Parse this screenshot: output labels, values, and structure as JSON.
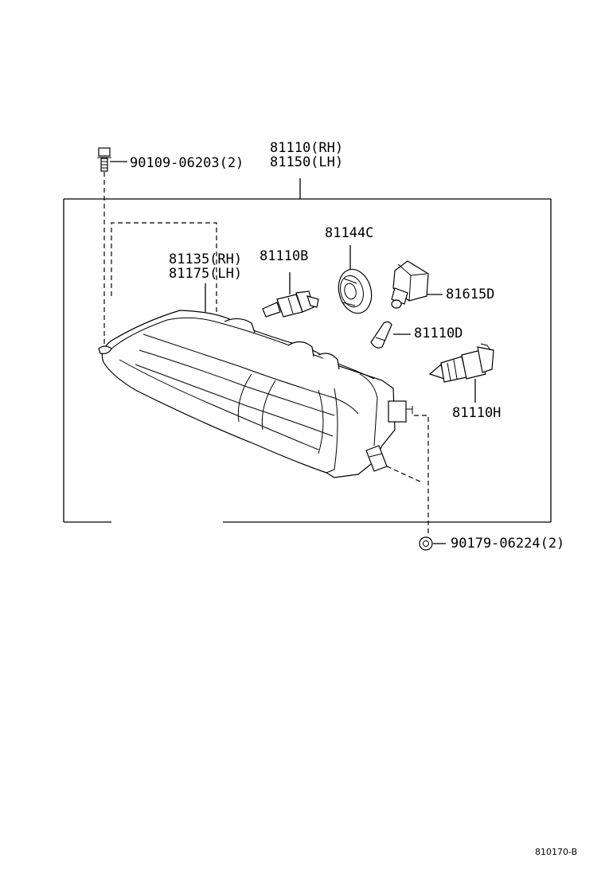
{
  "labels": {
    "bolt": "90109-06203(2)",
    "assy_rh": "81110(RH)",
    "assy_lh": "81150(LH)",
    "lens_rh": "81135(RH)",
    "lens_lh": "81175(LH)",
    "bulb_b": "81110B",
    "socket": "81144C",
    "bulb_615d": "81615D",
    "bulb_d": "81110D",
    "bulb_h": "81110H",
    "nut": "90179-06224(2)"
  },
  "footer": {
    "ref_code": "810170-B"
  }
}
